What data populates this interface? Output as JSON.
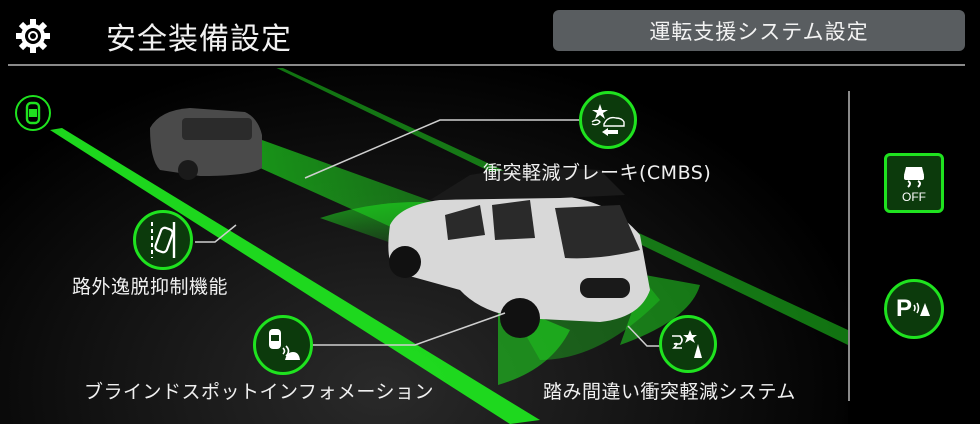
{
  "header": {
    "title": "安全装備設定",
    "settings_icon": "gear-icon",
    "assist_button_label": "運転支援システム設定"
  },
  "features": [
    {
      "id": "cmbs",
      "label": "衝突軽減ブレーキ(CMBS)",
      "icon": "collision-brake-icon"
    },
    {
      "id": "road_departure",
      "label": "路外逸脱抑制機能",
      "icon": "lane-departure-icon"
    },
    {
      "id": "blind_spot",
      "label": "ブラインドスポットインフォメーション",
      "icon": "blind-spot-icon"
    },
    {
      "id": "pedal_misapplication",
      "label": "踏み間違い衝突軽減システム",
      "icon": "pedal-misapplication-icon"
    }
  ],
  "top_left_icon": "vehicle-top-view-icon",
  "side_controls": [
    {
      "id": "vsa_off",
      "label": "OFF",
      "icon": "vsa-skid-off-icon"
    },
    {
      "id": "parking_sensor",
      "label": "P",
      "icon": "parking-sensor-icon"
    }
  ],
  "colors": {
    "accent_green": "#1fe31f",
    "icon_bg": "#0c3a0c",
    "button_gray": "#595d60",
    "divider": "#8a8a8a"
  }
}
